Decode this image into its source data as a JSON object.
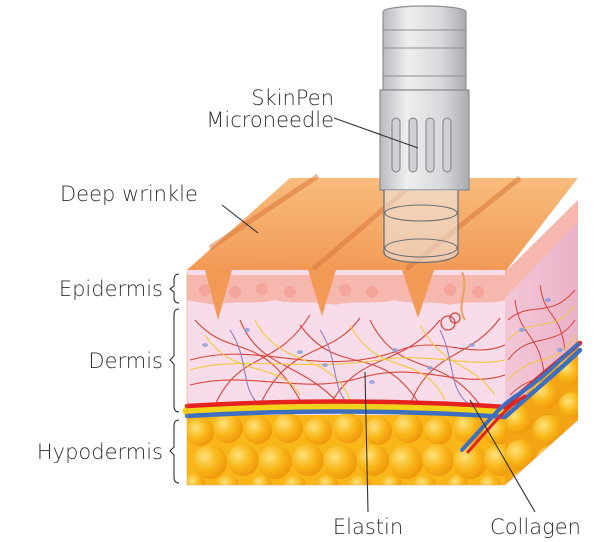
{
  "labels": {
    "device_line1": "SkinPen",
    "device_line2": "Microneedle",
    "deep_wrinkle": "Deep wrinkle",
    "epidermis": "Epidermis",
    "dermis": "Dermis",
    "hypodermis": "Hypodermis",
    "elastin": "Elastin",
    "collagen": "Collagen"
  },
  "colors": {
    "surface": "#f6a866",
    "epidermis": "#f6b8ae",
    "dermis": "#f9dcea",
    "fat": "#f9b618",
    "fat_dark": "#ef9a10",
    "artery": "#e4231f",
    "vein": "#3d6fc0",
    "device_body": "#dcdde0",
    "label_text": "#2f3133"
  }
}
